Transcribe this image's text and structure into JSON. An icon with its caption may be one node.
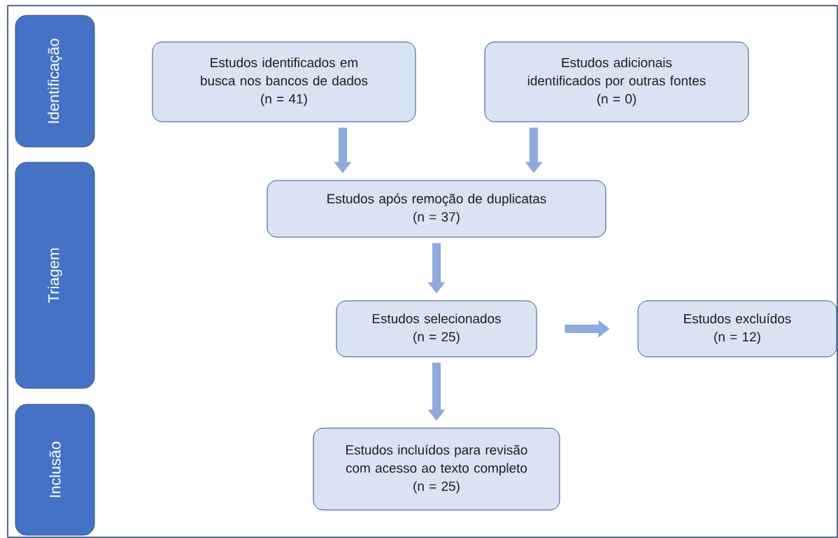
{
  "diagram": {
    "nodes": [
      {
        "text": [
          "Identificação"
        ]
      },
      {
        "text": [
          "Triagem"
        ]
      },
      {
        "text": [
          "Inclusão"
        ]
      },
      {
        "text": [
          "Estudos identificados em busca nos bancos de dados",
          "(n = 41)"
        ]
      },
      {
        "text": [
          "Estudos adicionais identificados por outras fontes",
          "(n = 0)"
        ]
      },
      {
        "text": [
          "Estudos após remoção de duplicatas",
          "(n = 37)"
        ]
      },
      {
        "text": [
          "Estudos selecionados",
          "(n = 25)"
        ]
      },
      {
        "text": [
          "Estudos excluídos",
          "(n = 12)"
        ]
      },
      {
        "text": [
          "Estudos incluídos para revisão com acesso ao texto completo",
          "(n = 25)"
        ]
      }
    ],
    "edges": [
      {
        "from": 3,
        "to": 5,
        "arrow": "to"
      },
      {
        "from": 4,
        "to": 5,
        "arrow": "to"
      },
      {
        "from": 5,
        "to": 6,
        "arrow": "to"
      },
      {
        "from": 6,
        "to": 7,
        "arrow": "to"
      },
      {
        "from": 6,
        "to": 8,
        "arrow": "to"
      }
    ]
  }
}
